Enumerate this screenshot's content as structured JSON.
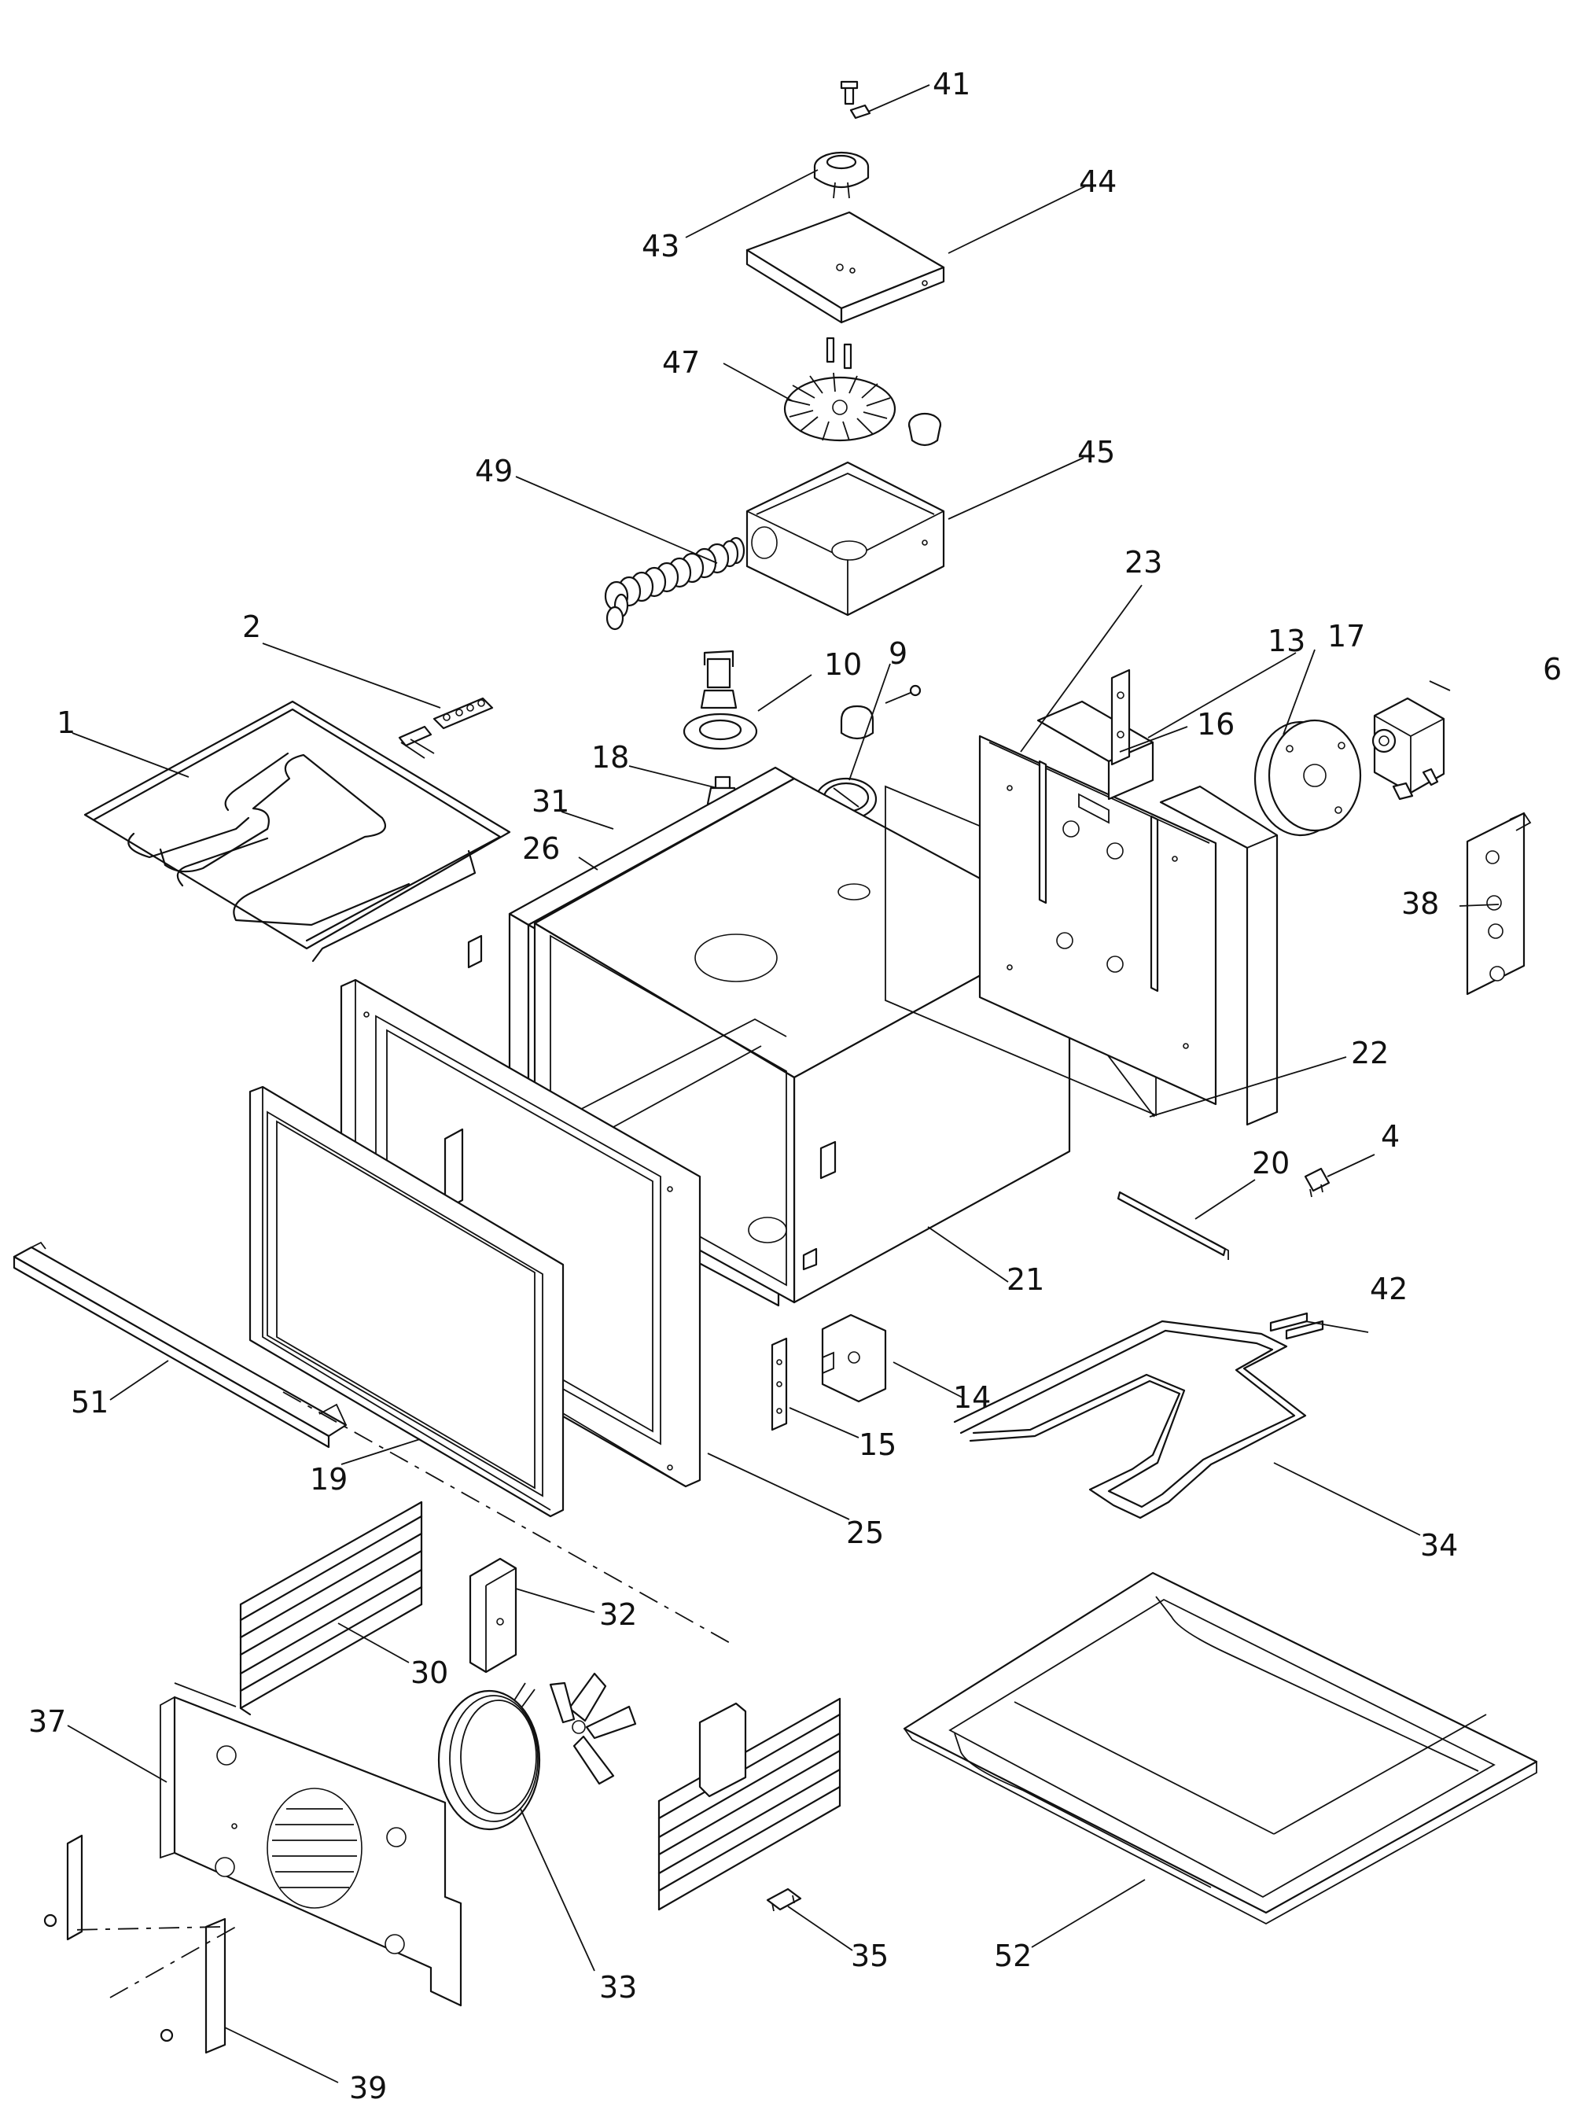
{
  "diagram": {
    "description_free": true,
    "labels": [
      {
        "id": "1",
        "text": "1"
      },
      {
        "id": "2",
        "text": "2"
      },
      {
        "id": "4",
        "text": "4"
      },
      {
        "id": "6",
        "text": "6"
      },
      {
        "id": "9",
        "text": "9"
      },
      {
        "id": "10",
        "text": "10"
      },
      {
        "id": "13",
        "text": "13"
      },
      {
        "id": "14",
        "text": "14"
      },
      {
        "id": "15",
        "text": "15"
      },
      {
        "id": "16",
        "text": "16"
      },
      {
        "id": "17",
        "text": "17"
      },
      {
        "id": "18",
        "text": "18"
      },
      {
        "id": "19",
        "text": "19"
      },
      {
        "id": "20",
        "text": "20"
      },
      {
        "id": "21",
        "text": "21"
      },
      {
        "id": "22",
        "text": "22"
      },
      {
        "id": "23",
        "text": "23"
      },
      {
        "id": "25",
        "text": "25"
      },
      {
        "id": "26",
        "text": "26"
      },
      {
        "id": "30",
        "text": "30"
      },
      {
        "id": "31",
        "text": "31"
      },
      {
        "id": "32",
        "text": "32"
      },
      {
        "id": "33",
        "text": "33"
      },
      {
        "id": "34",
        "text": "34"
      },
      {
        "id": "35",
        "text": "35"
      },
      {
        "id": "37",
        "text": "37"
      },
      {
        "id": "38",
        "text": "38"
      },
      {
        "id": "39",
        "text": "39"
      },
      {
        "id": "41",
        "text": "41"
      },
      {
        "id": "42",
        "text": "42"
      },
      {
        "id": "43",
        "text": "43"
      },
      {
        "id": "44",
        "text": "44"
      },
      {
        "id": "45",
        "text": "45"
      },
      {
        "id": "47",
        "text": "47"
      },
      {
        "id": "49",
        "text": "49"
      },
      {
        "id": "51",
        "text": "51"
      },
      {
        "id": "52",
        "text": "52"
      }
    ]
  }
}
